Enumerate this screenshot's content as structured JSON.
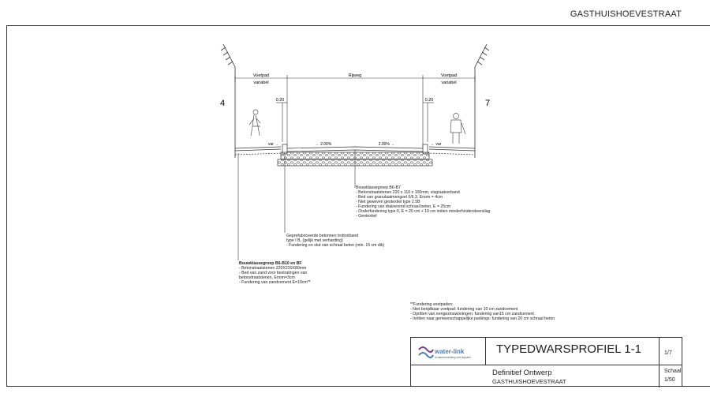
{
  "header": {
    "street": "GASTHUISHOEVESTRAAT"
  },
  "section": {
    "left_number": "4",
    "right_number": "7",
    "labels": {
      "voetpad_left": "Voetpad",
      "variabel_left": "variabel",
      "rijweg": "Rijweg",
      "voetpad_right": "Voetpad",
      "variabel_right": "variabel",
      "dim_left": "0.20",
      "dim_right": "0.20",
      "slope_left": "← 2.00%",
      "slope_right": "2.00% →",
      "var_left": "var →",
      "var_right": "← var"
    }
  },
  "notes": {
    "road": [
      "Bouwklassegroep B6-B7",
      "- Betonstraatstenen 220 x 110 x 100mm, visgraatverband",
      "- Bed van granulaatmengsel 0/6.3, Enom = 4cm",
      "- Niet geweven geotextiel type 2.5B",
      "- Fundering van drainerend schraal beton, E = 25cm",
      "- Onderfundering type II, E = 20 cm + 10 cm indien minderhindersteenslag",
      "- Geotextiel"
    ],
    "curb": [
      "Geprefabriceerde betonnen trottoirband",
      "type I B, (gelijk met verharding)",
      "- Fundering en stut van schraal beton (min. 15 cm dik)"
    ],
    "sidewalk": [
      "Bouwklassegroep B6-B10 en BF",
      "- Betonstraatstenen 220X220X80mm",
      "- Bed van zand voor bestratingen van",
      "  betonstraatstenen, Enom=3cm",
      "- Fundering van zandcement E=10cm**"
    ],
    "footnote": [
      "**Fundering voetpaden:",
      "- Niet berijdbaar voetpad: fundering van 10 cm zandcement",
      "- Opritten van eengezinswoningen: fundering van15 cm zandcement",
      "- Inritten naar gemeenschappelijke parkings: fundering van 20 cm schraal beton"
    ]
  },
  "titleblock": {
    "logo_text": "water-link",
    "logo_subtext": "in samenwerking met Aquafin",
    "title": "TYPEDWARSPROFIEL  1-1",
    "sheet": "1/7",
    "status": "Definitief Ontwerp",
    "street": "GASTHUISHOEVESTRAAT",
    "scale_label": "Schaal",
    "scale": "1/50"
  },
  "colors": {
    "line": "#222222",
    "logo_blue": "#4a7bb5",
    "logo_purple": "#7a3f8f"
  }
}
